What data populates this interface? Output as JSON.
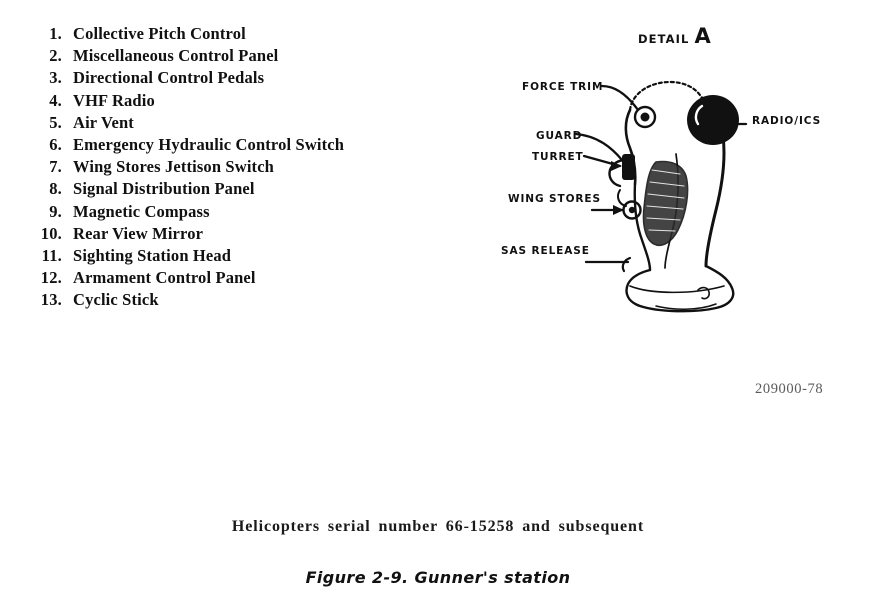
{
  "page": {
    "background_color": "#ffffff",
    "ink_color": "#111111"
  },
  "callouts": {
    "items": [
      {
        "number": "1.",
        "label": "Collective Pitch Control"
      },
      {
        "number": "2.",
        "label": "Miscellaneous Control Panel"
      },
      {
        "number": "3.",
        "label": "Directional Control Pedals"
      },
      {
        "number": "4.",
        "label": "VHF Radio"
      },
      {
        "number": "5.",
        "label": "Air Vent"
      },
      {
        "number": "6.",
        "label": "Emergency Hydraulic Control Switch"
      },
      {
        "number": "7.",
        "label": "Wing Stores Jettison Switch"
      },
      {
        "number": "8.",
        "label": "Signal Distribution Panel"
      },
      {
        "number": "9.",
        "label": "Magnetic Compass"
      },
      {
        "number": "10.",
        "label": "Rear View Mirror"
      },
      {
        "number": "11.",
        "label": "Sighting Station Head"
      },
      {
        "number": "12.",
        "label": "Armament Control Panel"
      },
      {
        "number": "13.",
        "label": "Cyclic Stick"
      }
    ]
  },
  "detail": {
    "heading_word": "DETAIL",
    "heading_letter": "A",
    "labels": {
      "force_trim": "FORCE TRIM",
      "radio_ics": "RADIO/ICS",
      "guard": "GUARD",
      "turret": "TURRET",
      "wing_stores": "WING STORES",
      "sas_release": "SAS RELEASE"
    }
  },
  "drawing_number": "209000-78",
  "captions": {
    "serial_note": "Helicopters serial number 66-15258 and subsequent",
    "figure": "Figure 2-9. Gunner's station"
  }
}
